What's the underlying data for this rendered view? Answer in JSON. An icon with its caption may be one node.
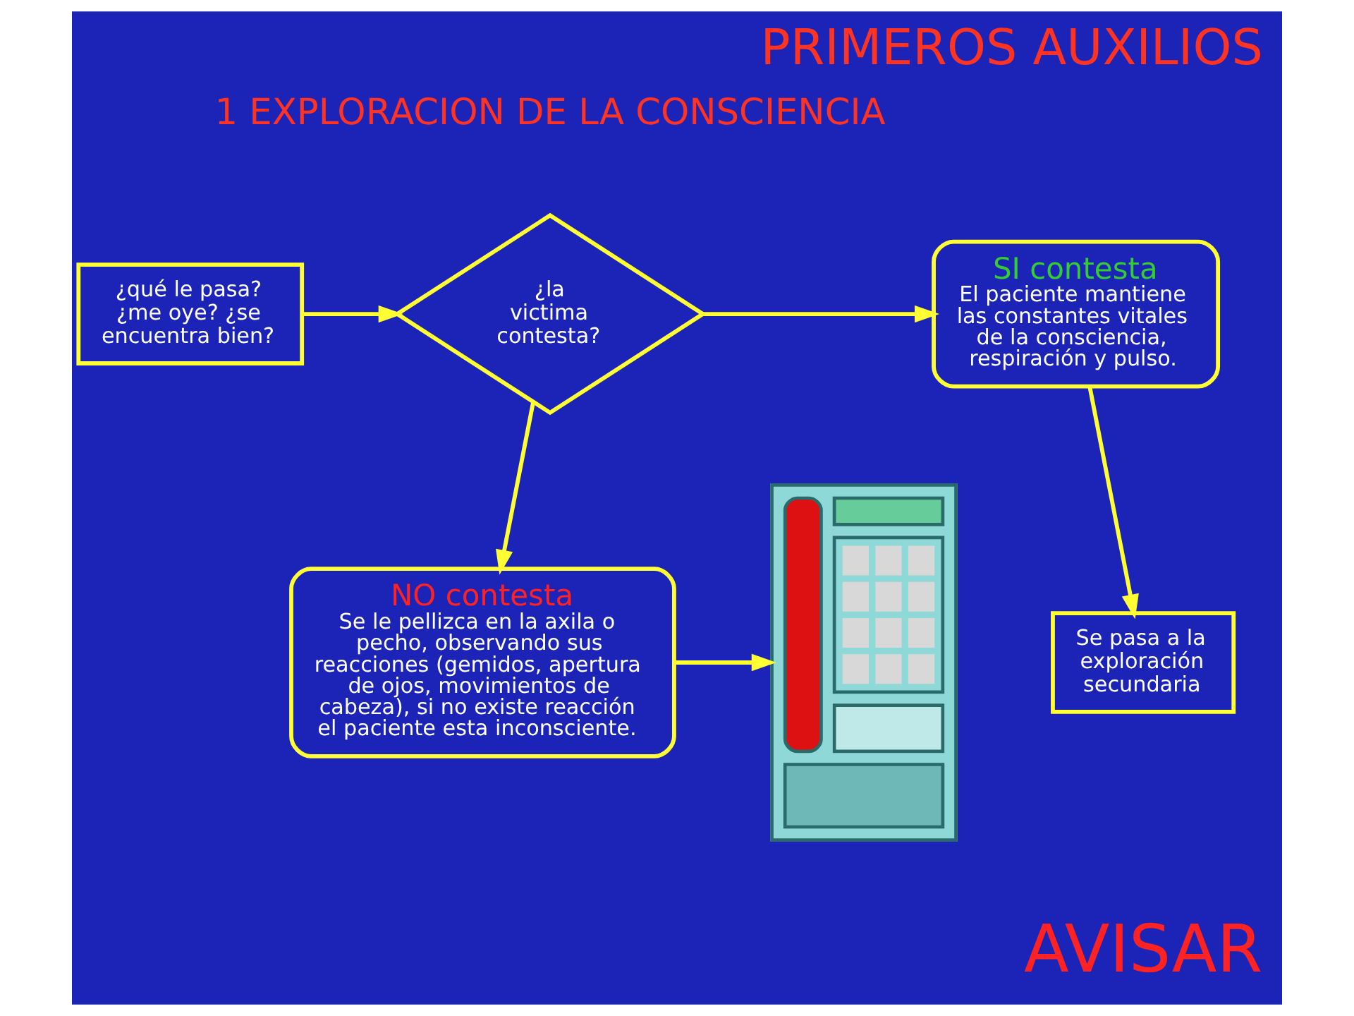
{
  "diagram": {
    "title": "PRIMEROS AUXILIOS",
    "nodes": [
      {
        "text": [
          "¿qué le pasa? ¿me oye? ¿se encuentra bien?"
        ]
      },
      {
        "text": [
          "¿la victima contesta?"
        ]
      },
      {
        "text": [
          "SI contesta",
          "El paciente mantiene las constantes vitales de la consciencia, respiración y pulso."
        ]
      },
      {
        "text": [
          "NO contesta",
          "Se le pellizca en la axila o pecho, observando sus reacciones (gemidos, apertura de ojos, movimientos de cabeza), si no existe reacción el paciente esta inconsciente."
        ]
      },
      {
        "text": [],
        "shape": "picture"
      },
      {
        "text": [
          "Se pasa a la exploración secundaria"
        ]
      }
    ],
    "edges": [
      {
        "from": 0,
        "to": 1,
        "arrow": "to"
      },
      {
        "from": 1,
        "to": 2,
        "arrow": "to"
      },
      {
        "from": 1,
        "to": 3,
        "arrow": "to"
      },
      {
        "from": 3,
        "to": 4,
        "arrow": "to"
      },
      {
        "from": 2,
        "to": 5,
        "arrow": "to"
      }
    ],
    "labels": [
      "1 EXPLORACION DE LA CONSCIENCIA",
      "AVISAR"
    ]
  }
}
